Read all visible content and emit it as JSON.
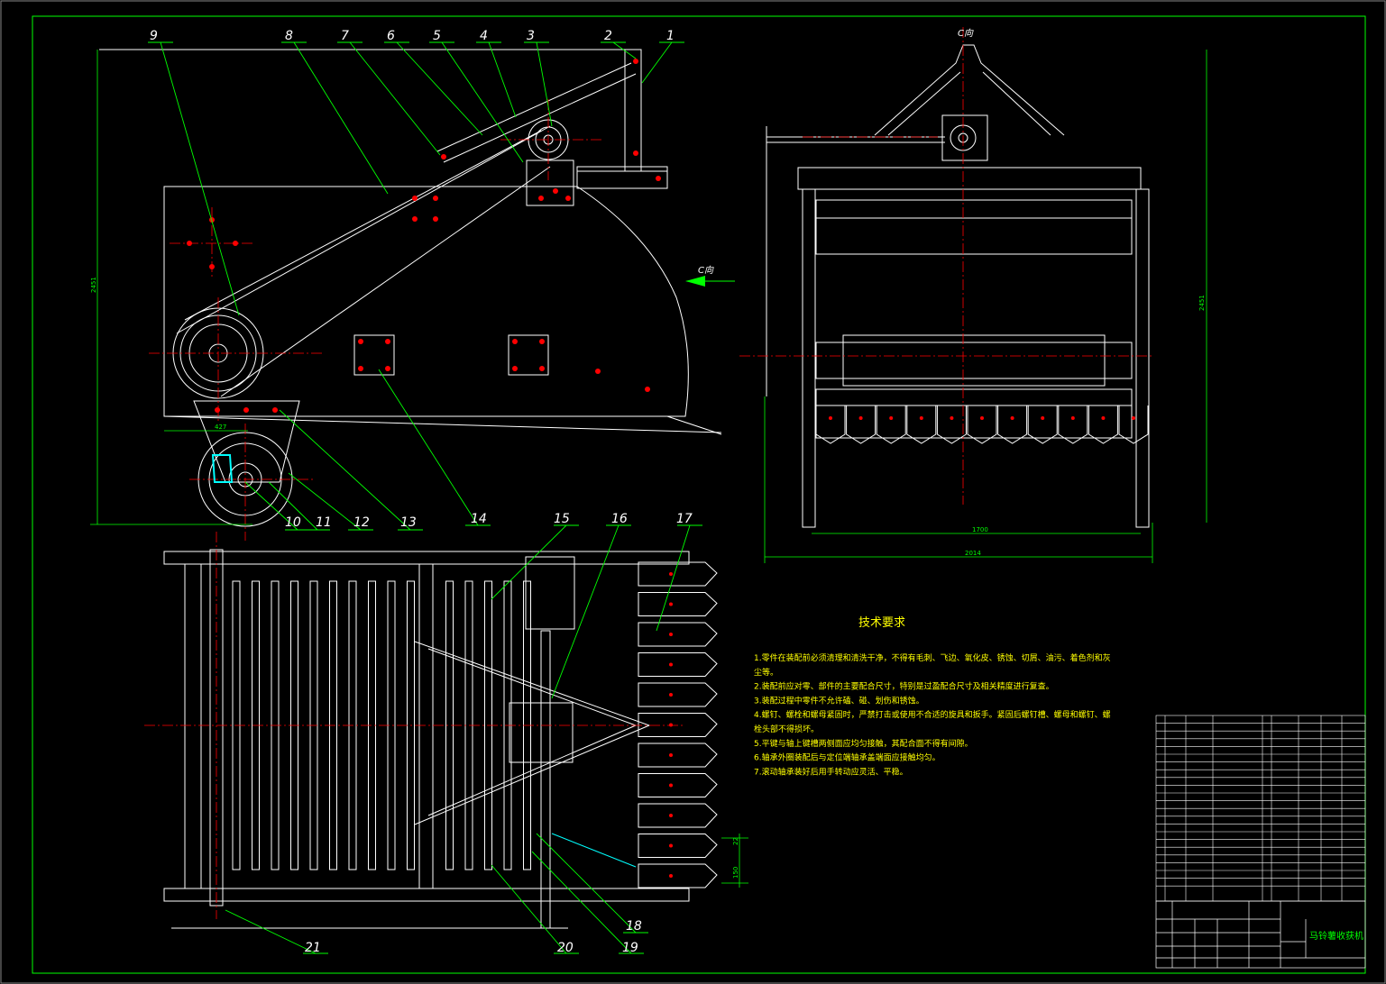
{
  "view": {
    "direction_label": "C向",
    "arrow_label": "C向"
  },
  "dimensions": {
    "height_left": "2451",
    "height_right": "2451",
    "width_inner": "1700",
    "width_outer": "2014",
    "wheel_offset": "427",
    "small_a": "22",
    "small_b": "150"
  },
  "callouts": [
    "1",
    "2",
    "3",
    "4",
    "5",
    "6",
    "7",
    "8",
    "9",
    "10",
    "11",
    "12",
    "13",
    "14",
    "15",
    "16",
    "17",
    "18",
    "19",
    "20",
    "21"
  ],
  "tech": {
    "title": "技术要求",
    "lines": [
      "1.零件在装配前必须清理和清洗干净，不得有毛刺、飞边、氧化皮、锈蚀、切屑、油污、着色剂和灰",
      "尘等。",
      "2.装配前应对零、部件的主要配合尺寸，特别是过盈配合尺寸及相关精度进行复查。",
      "3.装配过程中零件不允许磕、碰、划伤和锈蚀。",
      "4.螺钉、螺栓和螺母紧固时，严禁打击或使用不合适的旋具和扳手。紧固后螺钉槽、螺母和螺钉、螺",
      "栓头部不得损坏。",
      "5.平键与轴上键槽两侧面应均匀接触，其配合面不得有间隙。",
      "6.轴承外圈装配后与定位端轴承盖端面应接触均匀。",
      "7.滚动轴承装好后用手转动应灵活、平稳。"
    ]
  },
  "title_block": {
    "name": "马铃薯收获机"
  },
  "colors": {
    "outline": "#ffffff",
    "frame": "#00ff00",
    "center": "#ff0000",
    "leader": "#00ff00",
    "text": "#ffff00",
    "highlight": "#00ffff"
  }
}
